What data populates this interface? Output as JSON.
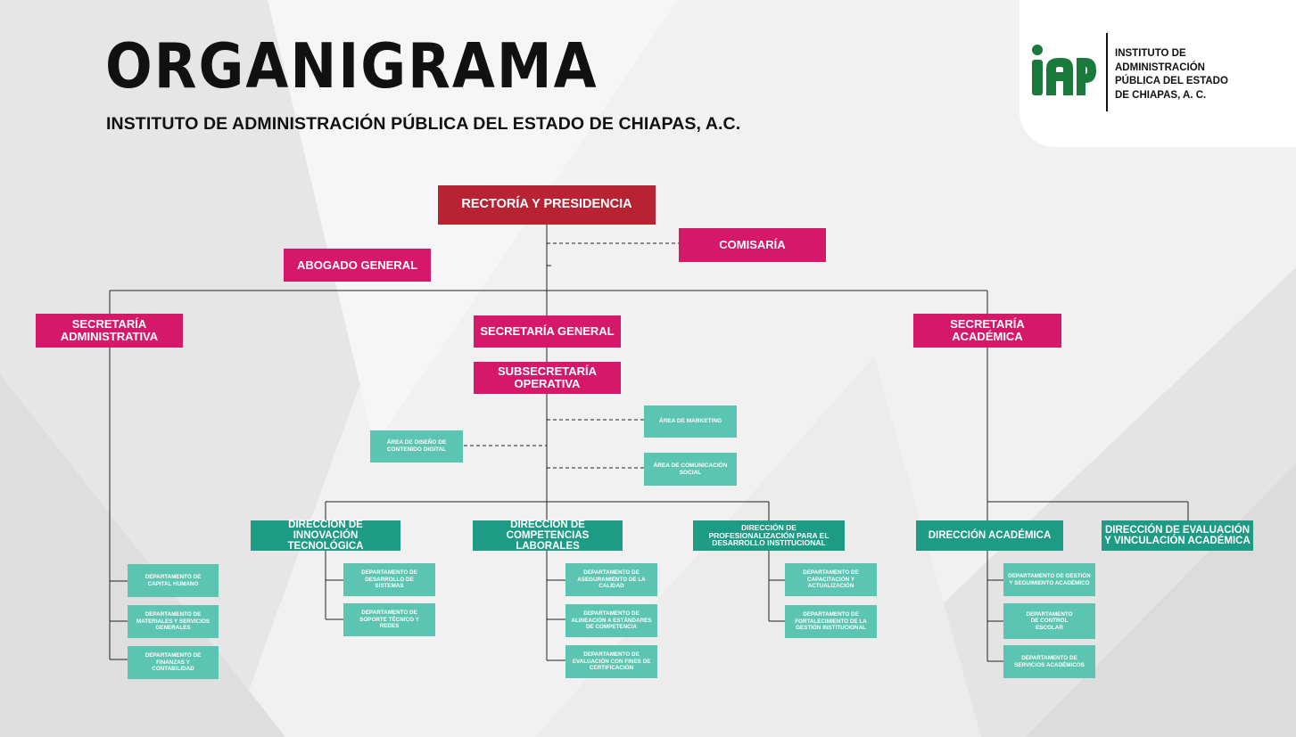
{
  "header": {
    "title": "ORGANIGRAMA",
    "subtitle": "INSTITUTO DE ADMINISTRACIÓN PÚBLICA DEL ESTADO DE CHIAPAS, A.C."
  },
  "logo": {
    "mark_text": "iAP",
    "name_lines": [
      "INSTITUTO DE",
      "ADMINISTRACIÓN",
      "PÚBLICA DEL ESTADO",
      "DE CHIAPAS, A. C."
    ],
    "brand_color": "#1a7a3c"
  },
  "colors": {
    "rector": "#b82232",
    "secretaria": "#d6186b",
    "direccion": "#1e9b84",
    "departamento": "#5cc5b1",
    "connector": "#222222"
  },
  "org": {
    "rectoria": "RECTORÍA Y PRESIDENCIA",
    "comisaria": "COMISARÍA",
    "abogado": "ABOGADO GENERAL",
    "sec_admin": "SECRETARÍA ADMINISTRATIVA",
    "sec_general": "SECRETARÍA GENERAL",
    "sec_academica": "SECRETARÍA ACADÉMICA",
    "subsec_operativa": "SUBSECRETARÍA OPERATIVA",
    "area_marketing": "ÁREA DE MARKETING",
    "area_diseno": "ÁREA DE DISEÑO DE CONTENIDO DIGITAL",
    "area_comunicacion": "ÁREA DE COMUNICACIÓN SOCIAL",
    "dir_innovacion": "DIRECCIÓN DE INNOVACIÓN TECNOLÓGICA",
    "dir_competencias": "DIRECCIÓN DE COMPETENCIAS LABORALES",
    "dir_profesionalizacion": "DIRECCIÓN DE PROFESIONALIZACIÓN PARA EL DESARROLLO INSTITUCIONAL",
    "dir_academica": "DIRECCIÓN ACADÉMICA",
    "dir_evaluacion": "DIRECCIÓN DE EVALUACIÓN Y VINCULACIÓN ACADÉMICA",
    "dept_capital_humano": "DEPARTAMENTO DE CAPITAL HUMANO",
    "dept_materiales": "DEPARTAMENTO DE MATERIALES Y SERVICIOS GENERALES",
    "dept_finanzas": "DEPARTAMENTO DE FINANZAS Y CONTABILIDAD",
    "dept_desarrollo_sistemas": "DEPARTAMENTO DE DESARROLLO DE SISTEMAS",
    "dept_soporte": "DEPARTAMENTO DE SOPORTE TÉCNICO Y REDES",
    "dept_aseguramiento": "DEPARTAMENTO DE ASEGURAMIENTO DE LA CALIDAD",
    "dept_alineacion": "DEPARTAMENTO DE ALINEACIÓN A ESTÁNDARES DE COMPETENCIA",
    "dept_evaluacion_cert": "DEPARTAMENTO DE EVALUACIÓN CON FINES DE CERTIFICACIÓN",
    "dept_capacitacion": "DEPARTAMENTO DE CAPACITACIÓN Y ACTUALIZACIÓN",
    "dept_fortalecimiento": "DEPARTAMENTO DE FORTALECIMIENTO DE LA GESTIÓN INSTITUCIONAL",
    "dept_gestion": "DEPARTAMENTO DE GESTIÓN Y SEGUIMIENTO ACADÉMICO",
    "dept_control": "DEPARTAMENTO DE CONTROL ESCOLAR",
    "dept_servicios": "DEPARTAMENTO DE SERVICIOS ACADÉMICOS"
  }
}
